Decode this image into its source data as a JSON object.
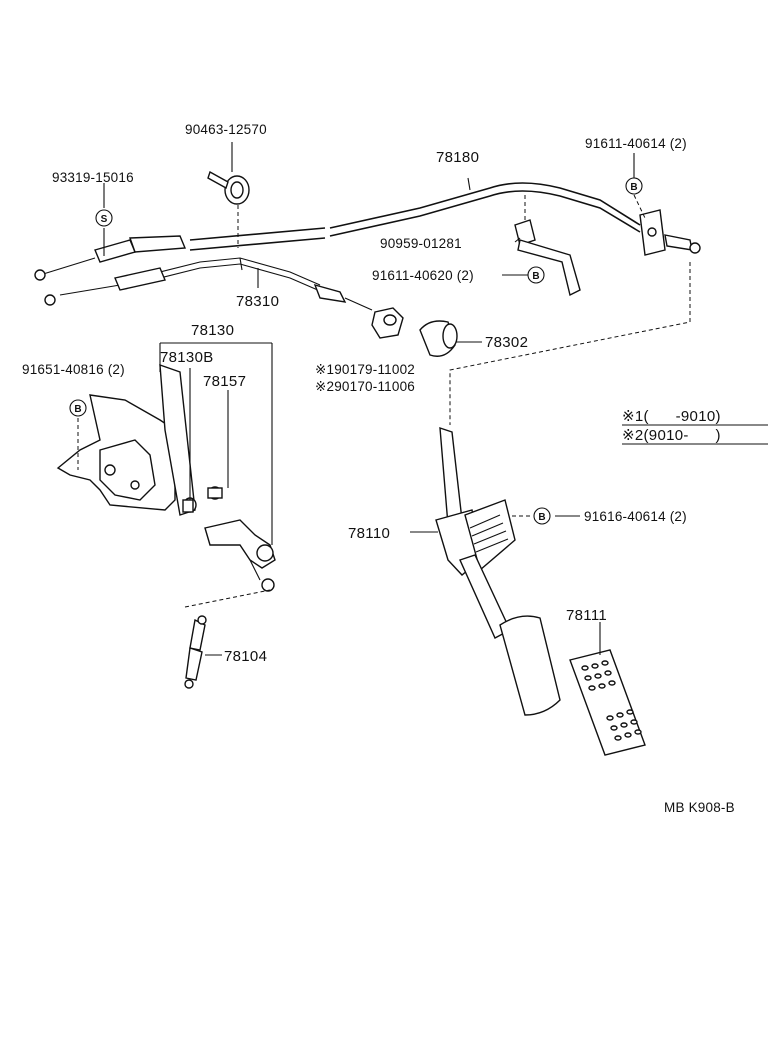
{
  "labels": {
    "p90463": "90463-12570",
    "p78180": "78180",
    "p91611a": "91611-40614 (2)",
    "p93319": "93319-15016",
    "p90959": "90959-01281",
    "p91611b": "91611-40620 (2)",
    "p78310": "78310",
    "p78130": "78130",
    "p78130b": "78130B",
    "p91651": "91651-40816 (2)",
    "p78157": "78157",
    "p78302": "78302",
    "p190179": "※190179-11002",
    "p290170": "※290170-11006",
    "p78110": "78110",
    "p91616": "91616-40614 (2)",
    "p78111": "78111",
    "p78104": "78104",
    "note1": "※1(      -9010)",
    "note2": "※2(9010-      )",
    "ref": "MB K908-B"
  },
  "marks": {
    "s": "S",
    "b": "B"
  }
}
